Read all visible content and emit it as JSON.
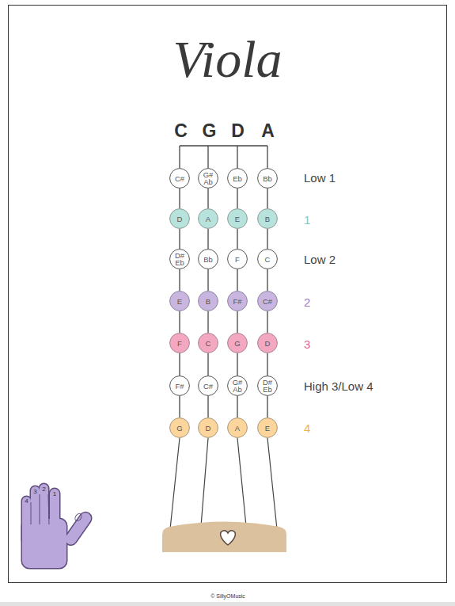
{
  "diagram": {
    "title": "Viola",
    "nodes": [
      {
        "text": [
          "C#"
        ]
      },
      {
        "text": [
          "G# Ab"
        ]
      },
      {
        "text": [
          "Eb"
        ]
      },
      {
        "text": [
          "Bb"
        ]
      },
      {
        "text": [
          "D"
        ]
      },
      {
        "text": [
          "A"
        ]
      },
      {
        "text": [
          "E"
        ]
      },
      {
        "text": [
          "B"
        ]
      },
      {
        "text": [
          "D# Eb"
        ]
      },
      {
        "text": [
          "Bb"
        ]
      },
      {
        "text": [
          "F"
        ]
      },
      {
        "text": [
          "C"
        ]
      },
      {
        "text": [
          "E"
        ]
      },
      {
        "text": [
          "B"
        ]
      },
      {
        "text": [
          "F#"
        ]
      },
      {
        "text": [
          "C#"
        ]
      },
      {
        "text": [
          "F"
        ]
      },
      {
        "text": [
          "C"
        ]
      },
      {
        "text": [
          "G"
        ]
      },
      {
        "text": [
          "D"
        ]
      },
      {
        "text": [
          "F#"
        ]
      },
      {
        "text": [
          "C#"
        ]
      },
      {
        "text": [
          "G# Ab"
        ]
      },
      {
        "text": [
          "D# Eb"
        ]
      },
      {
        "text": [
          "G"
        ]
      },
      {
        "text": [
          "D"
        ]
      },
      {
        "text": [
          "A"
        ]
      },
      {
        "text": [
          "E"
        ]
      }
    ],
    "edges": [
      {
        "from": 0,
        "to": 4,
        "arrow": "none"
      },
      {
        "from": 4,
        "to": 8,
        "arrow": "none"
      },
      {
        "from": 8,
        "to": 12,
        "arrow": "none"
      },
      {
        "from": 12,
        "to": 16,
        "arrow": "none"
      },
      {
        "from": 16,
        "to": 20,
        "arrow": "none"
      },
      {
        "from": 20,
        "to": 24,
        "arrow": "none"
      },
      {
        "from": 1,
        "to": 5,
        "arrow": "none"
      },
      {
        "from": 5,
        "to": 9,
        "arrow": "none"
      },
      {
        "from": 9,
        "to": 13,
        "arrow": "none"
      },
      {
        "from": 13,
        "to": 17,
        "arrow": "none"
      },
      {
        "from": 17,
        "to": 21,
        "arrow": "none"
      },
      {
        "from": 21,
        "to": 25,
        "arrow": "none"
      },
      {
        "from": 2,
        "to": 6,
        "arrow": "none"
      },
      {
        "from": 6,
        "to": 10,
        "arrow": "none"
      },
      {
        "from": 10,
        "to": 14,
        "arrow": "none"
      },
      {
        "from": 14,
        "to": 18,
        "arrow": "none"
      },
      {
        "from": 18,
        "to": 22,
        "arrow": "none"
      },
      {
        "from": 22,
        "to": 26,
        "arrow": "none"
      },
      {
        "from": 3,
        "to": 7,
        "arrow": "none"
      },
      {
        "from": 7,
        "to": 11,
        "arrow": "none"
      },
      {
        "from": 11,
        "to": 15,
        "arrow": "none"
      },
      {
        "from": 15,
        "to": 19,
        "arrow": "none"
      },
      {
        "from": 19,
        "to": 23,
        "arrow": "none"
      },
      {
        "from": 23,
        "to": 27,
        "arrow": "none"
      }
    ],
    "labels": [
      "C",
      "G",
      "D",
      "A",
      "Low 1",
      "1",
      "Low 2",
      "2",
      "3",
      "High 3/Low 4",
      "4",
      "4",
      "3",
      "2",
      "1",
      "© SillyOMusic"
    ]
  }
}
